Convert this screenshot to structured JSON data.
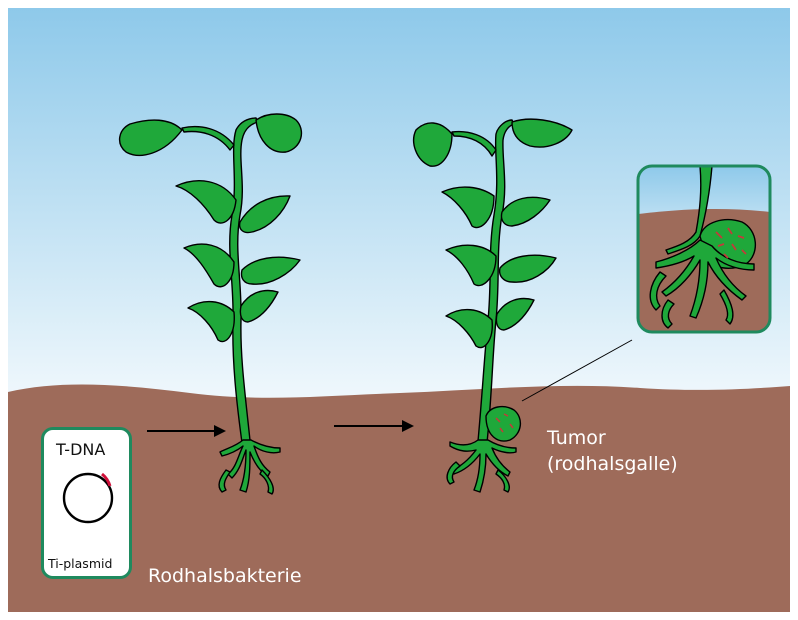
{
  "labels": {
    "t_dna": "T-DNA",
    "ti_plasmid": "Ti-plasmid",
    "bacterium": "Rodhalsbakterie",
    "tumor_line1": "Tumor",
    "tumor_line2": "(rodhalsgalle)"
  },
  "colors": {
    "sky_top": "#8ec9ea",
    "sky_bottom": "#ffffff",
    "soil": "#9e6b5a",
    "plant": "#1fa83a",
    "plant_outline": "#000000",
    "frame": "#1f8a5e",
    "t_dna_segment": "#d0103a"
  }
}
